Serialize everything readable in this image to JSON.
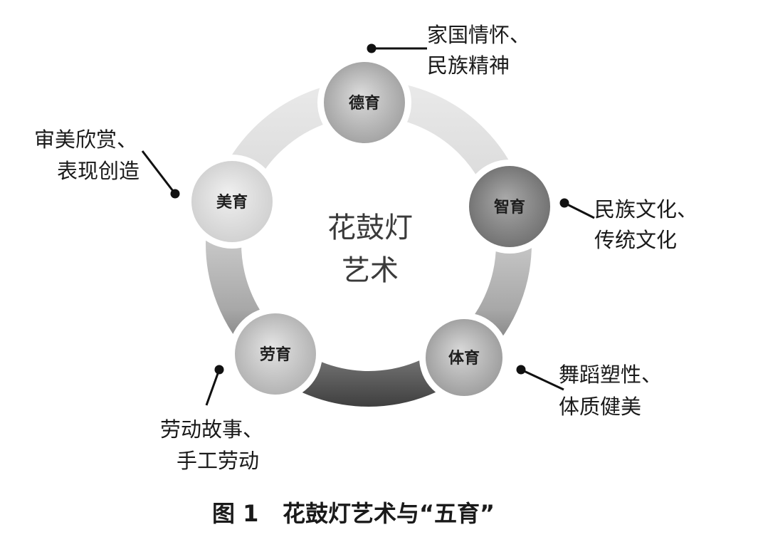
{
  "diagram": {
    "center_title": [
      "花鼓灯",
      "艺术"
    ],
    "nodes": [
      {
        "label": "德育",
        "annotation": [
          "家国情怀、",
          "民族精神"
        ]
      },
      {
        "label": "智育",
        "annotation": [
          "民族文化、",
          "传统文化"
        ]
      },
      {
        "label": "体育",
        "annotation": [
          "舞蹈塑性、",
          "体质健美"
        ]
      },
      {
        "label": "劳育",
        "annotation": [
          "劳动故事、",
          "手工劳动"
        ]
      },
      {
        "label": "美育",
        "annotation": [
          "审美欣赏、",
          "表现创造"
        ]
      }
    ]
  },
  "caption": {
    "figure_no": "图 1",
    "title": "花鼓灯艺术与“五育”"
  },
  "colors": {
    "ring_top": "#eaeaea",
    "ring_bottom": "#3e3e3e"
  }
}
